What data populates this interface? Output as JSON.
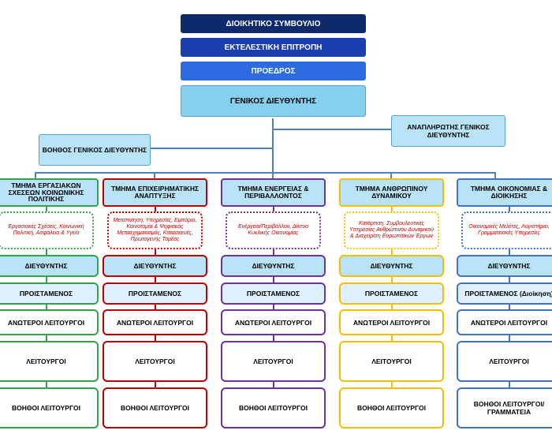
{
  "board": "ΔΙΟΙΚΗΤΙΚΟ ΣΥΜΒΟΥΛΙΟ",
  "executive_committee": "ΕΚΤΕΛΕΣΤΙΚΗ ΕΠΙΤΡΟΠΗ",
  "chairman": "ΠΡΟΕΔΡΟΣ",
  "general_manager": "ΓΕΝΙΚΟΣ ΔΙΕΥΘΥΝΤΗΣ",
  "deputy_general_manager": "ΑΝΑΠΛΗΡΩΤΗΣ ΓΕΝΙΚΟΣ ΔΙΕΥΘΥΝΤΗΣ",
  "assistant_general_manager": "ΒΟΗΘΟΣ ΓΕΝΙΚΟΣ ΔΙΕΥΘΥΝΤΗΣ",
  "colors": {
    "board": "#0f2a6b",
    "executive_committee": "#1c3fb0",
    "chairman": "#2d6be0",
    "general_manager": "#85d0ef",
    "connector": "#4f81bd",
    "departments": [
      "#30a54a",
      "#c00000",
      "#7030a0",
      "#f2c000",
      "#4472c4"
    ]
  },
  "departments": [
    {
      "title": "ΤΜΗΜΑ ΕΡΓΑΣΙΑΚΩΝ ΣΧΕΣΕΩΝ ΚΟΙΝΩΝΙΚΗΣ ΠΟΛΙΤΙΚΗΣ",
      "description": "Εργασιακές Σχέσεις, Κοινωνική Πολιτική, Ασφάλεια & Υγεία",
      "roles": [
        "ΔΙΕΥΘΥΝΤΗΣ",
        "ΠΡΟΙΣΤΑΜΕΝΟΣ",
        "ΑΝΩΤΕΡΟΙ ΛΕΙΤΟΥΡΓΟΙ",
        "ΛΕΙΤΟΥΡΓΟΙ",
        "ΒΟΗΘΟΙ ΛΕΙΤΟΥΡΓΟΙ"
      ]
    },
    {
      "title": "ΤΜΗΜΑ ΕΠΙΧΕΙΡΗΜΑΤΙΚΗΣ ΑΝΑΠΤΥΞΗΣ",
      "description": "Μεταποίηση, Υπηρεσίες, Εμπόριο, Καινοτομία & Ψηφιακός Μετασχηματισμός, Κατασκευές, Πρωτογενής Τομέας",
      "roles": [
        "ΔΙΕΥΘΥΝΤΗΣ",
        "ΠΡΟΙΣΤΑΜΕΝΟΣ",
        "ΑΝΩΤΕΡΟΙ ΛΕΙΤΟΥΡΓΟΙ",
        "ΛΕΙΤΟΥΡΓΟΙ",
        "ΒΟΗΘΟΙ ΛΕΙΤΟΥΡΓΟΙ"
      ]
    },
    {
      "title": "ΤΜΗΜΑ ΕΝΕΡΓΕΙΑΣ & ΠΕΡΙΒΑΛΛΟΝΤΟΣ",
      "description": "Ενέργεια/Περιβάλλον, Δίκτυο Κυκλικής Οικονομίας",
      "roles": [
        "ΔΙΕΥΘΥΝΤΗΣ",
        "ΠΡΟΙΣΤΑΜΕΝΟΣ",
        "ΑΝΩΤΕΡΟΙ ΛΕΙΤΟΥΡΓΟΙ",
        "ΛΕΙΤΟΥΡΓΟΙ",
        "ΒΟΗΘΟΙ ΛΕΙΤΟΥΡΓΟΙ"
      ]
    },
    {
      "title": "ΤΜΗΜΑ ΑΝΘΡΩΠΙΝΟΥ ΔΥΝΑΜΙΚΟΥ",
      "description": "Κατάρτιση, Συμβουλευτικές Υπηρεσίες Ανθρώπινου Δυναμικού & Διαχείριση Ευρωπαϊκών Έργων",
      "roles": [
        "ΔΙΕΥΘΥΝΤΗΣ",
        "ΠΡΟΙΣΤΑΜΕΝΟΣ",
        "ΑΝΩΤΕΡΟΙ ΛΕΙΤΟΥΡΓΟΙ",
        "ΛΕΙΤΟΥΡΓΟΙ",
        "ΒΟΗΘΟΙ ΛΕΙΤΟΥΡΓΟΙ"
      ]
    },
    {
      "title": "ΤΜΗΜΑ ΟΙΚΟΝΟΜΙΑΣ & ΔΙΟΙΚΗΣΗΣ",
      "description": "Οικονομικές Μελέτες, Λογιστήριο, Γραμματειακές Υπηρεσίες",
      "roles": [
        "ΔΙΕΥΘΥΝΤΗΣ",
        "ΠΡΟΙΣΤΑΜΕΝΟΣ (Διοίκηση)",
        "ΑΝΩΤΕΡΟΙ ΛΕΙΤΟΥΡΓΟΙ",
        "ΛΕΙΤΟΥΡΓΟΙ",
        "ΒΟΗΘΟΙ ΛΕΙΤΟΥΡΓΟΙ/ ΓΡΑΜΜΑΤΕΙΑ"
      ]
    }
  ]
}
